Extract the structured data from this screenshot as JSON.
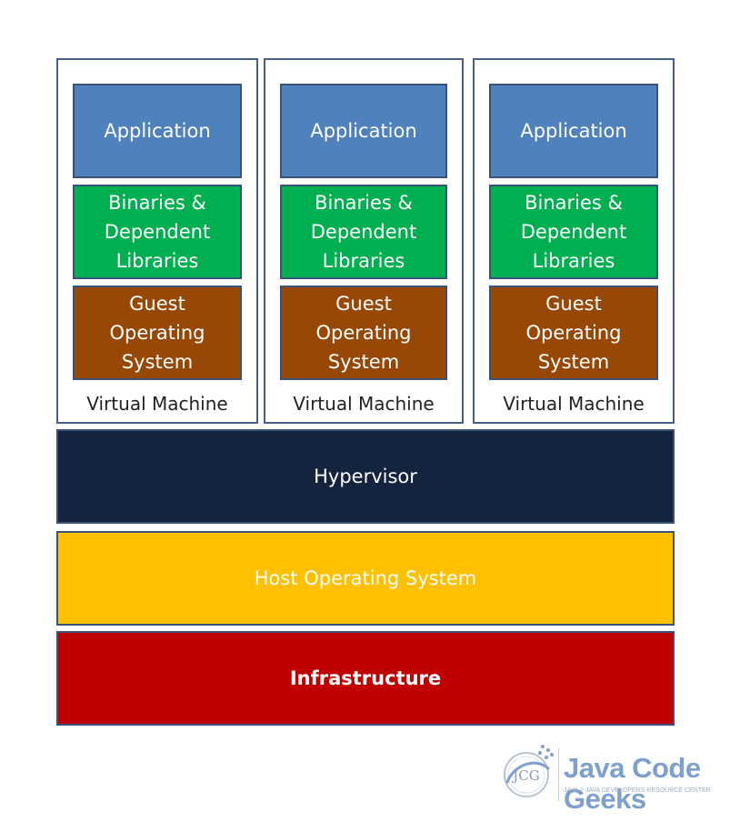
{
  "virtual_machines": [
    {
      "application": "Application",
      "binaries": "Binaries &\nDependent\nLibraries",
      "guest_os": "Guest\nOperating\nSystem",
      "label": "Virtual Machine"
    },
    {
      "application": "Application",
      "binaries": "Binaries &\nDependent\nLibraries",
      "guest_os": "Guest\nOperating\nSystem",
      "label": "Virtual Machine"
    },
    {
      "application": "Application",
      "binaries": "Binaries &\nDependent\nLibraries",
      "guest_os": "Guest\nOperating\nSystem",
      "label": "Virtual Machine"
    }
  ],
  "hypervisor": "Hypervisor",
  "host_os": "Host Operating System",
  "infrastructure": "Infrastructure",
  "logo": {
    "monogram": "JCG",
    "title": "Java Code Geeks",
    "tagline": "JAVA 2 JAVA DEVELOPERS RESOURCE CENTER"
  },
  "colors": {
    "application": "#4f81bd",
    "binaries": "#00b050",
    "guest_os": "#974806",
    "hypervisor": "#14243e",
    "host_os": "#ffc000",
    "infrastructure": "#c00000"
  }
}
